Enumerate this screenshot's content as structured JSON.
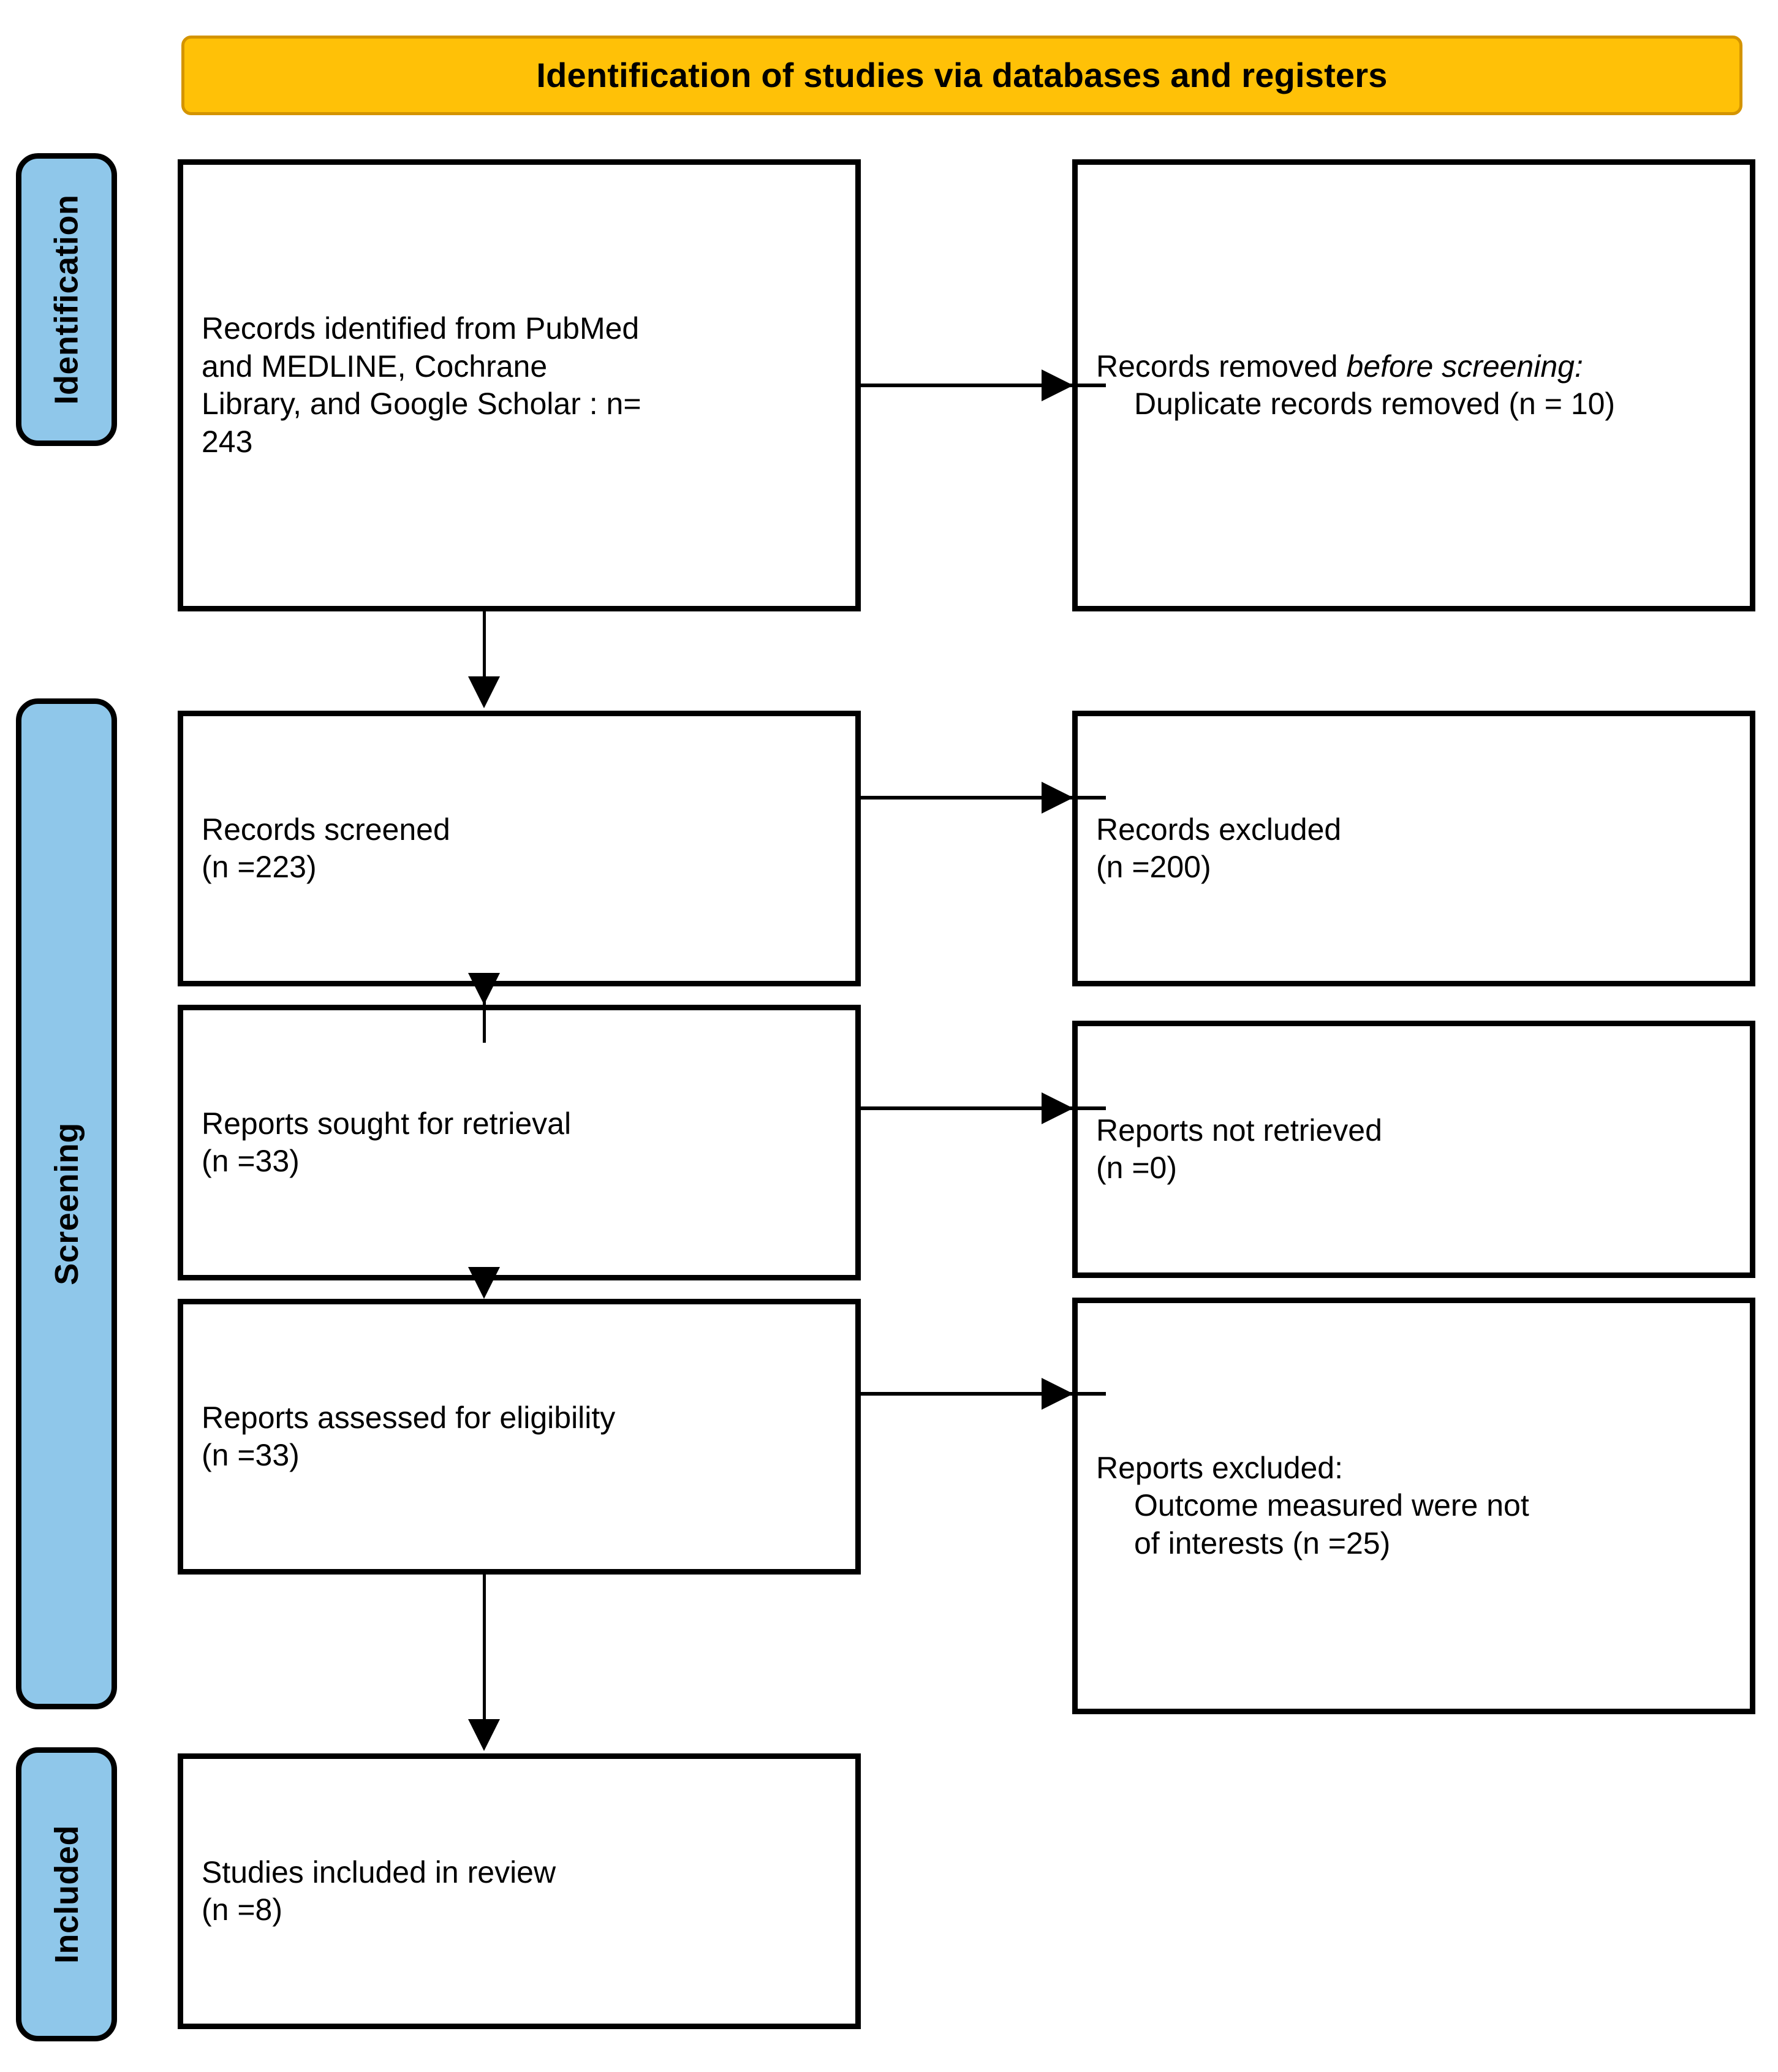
{
  "banner": {
    "title": "Identification of studies via databases and registers"
  },
  "phases": [
    {
      "id": "identification",
      "label": "Identification"
    },
    {
      "id": "screening",
      "label": "Screening"
    },
    {
      "id": "included",
      "label": "Included"
    }
  ],
  "boxes": {
    "identified": {
      "line1": "Records identified from PubMed",
      "line2": "and MEDLINE, Cochrane",
      "line3": "Library, and Google Scholar : n=",
      "line4": "243",
      "full": "Records identified from PubMed and MEDLINE, Cochrane Library, and Google Scholar : n= 243"
    },
    "removed": {
      "lead": "Records removed ",
      "italic": "before screening",
      "colon": ":",
      "sub": "Duplicate records removed (n = 10)"
    },
    "screened": {
      "line1": "Records screened",
      "line2": "(n =223)"
    },
    "excluded_records": {
      "line1": "Records excluded",
      "line2": "(n =200)"
    },
    "sought": {
      "line1": "Reports sought for retrieval",
      "line2": "(n =33)"
    },
    "not_retrieved": {
      "line1": "Reports not retrieved",
      "line2": "(n =0)"
    },
    "assessed": {
      "line1": "Reports assessed for eligibility",
      "line2": "(n =33)"
    },
    "excluded_reports": {
      "line1": "Reports excluded:",
      "sub1": "Outcome measured were not",
      "sub2": "of interests (n =25)"
    },
    "included_studies": {
      "line1": "Studies included in review",
      "line2": "(n =8)"
    }
  },
  "colors": {
    "banner_fill": "#FFC107",
    "banner_border": "#D49400",
    "phase_fill": "#8FC7EA",
    "outline": "#000000",
    "background": "#FFFFFF"
  }
}
